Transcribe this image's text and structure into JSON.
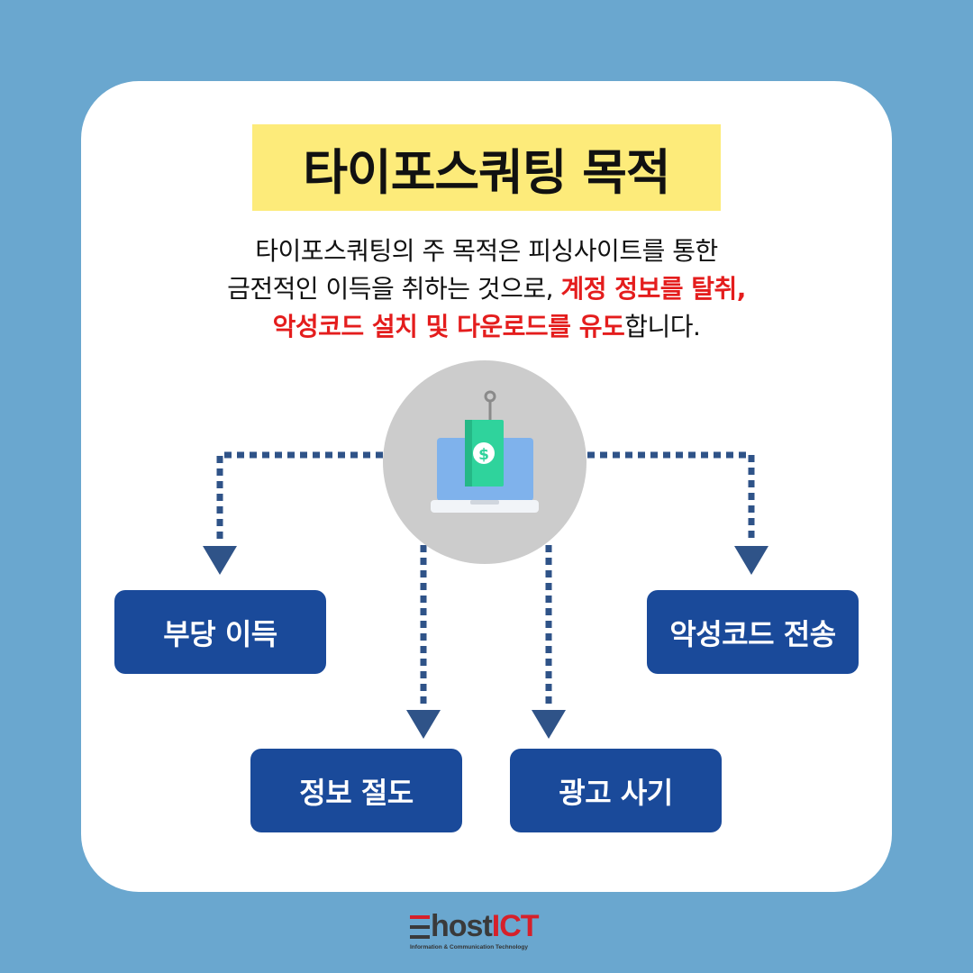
{
  "title": "타이포스쿼팅 목적",
  "description": {
    "line1": "타이포스쿼팅의 주 목적은 피싱사이트를 통한",
    "line2_plain": "금전적인 이득을 취하는 것으로, ",
    "line2_red": "계정 정보를 탈취,",
    "line3_red": "악성코드 설치 및 다운로드를 유도",
    "line3_plain": "합니다."
  },
  "center_icon": "laptop-phishing-hook-money-icon",
  "nodes": {
    "left": "부당 이득",
    "bottom_left": "정보 절도",
    "bottom_right": "광고 사기",
    "right": "악성코드 전송"
  },
  "logo": {
    "brand_host": "hostICT",
    "sub": "Information & Communication Technology"
  },
  "colors": {
    "background": "#6aa7cf",
    "title_highlight": "#fdeb7a",
    "node": "#1a4a9a",
    "emphasis": "#e41d1d",
    "arrow": "#2f5388"
  }
}
